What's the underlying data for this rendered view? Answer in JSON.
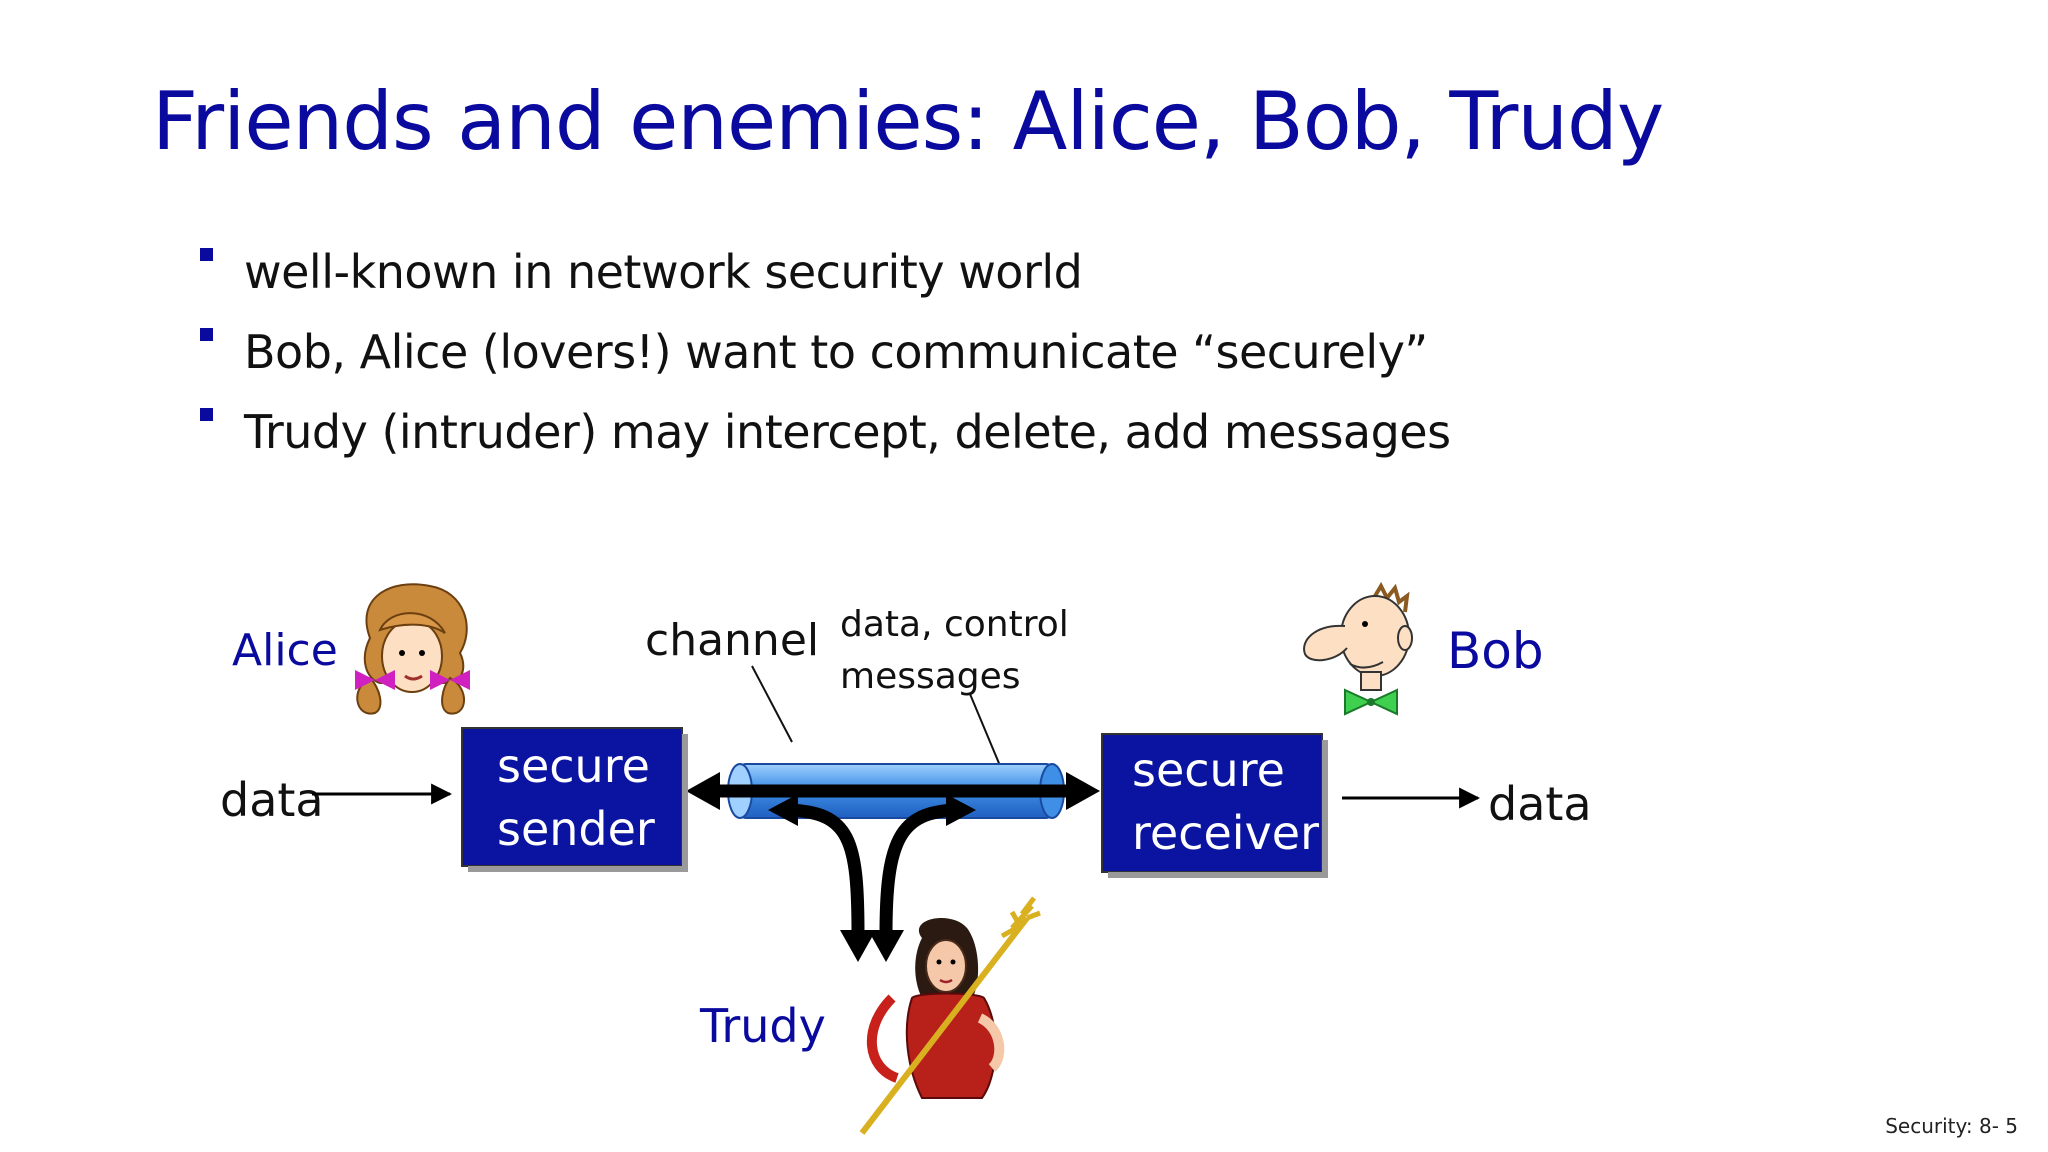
{
  "slide": {
    "title": "Friends and enemies: Alice, Bob, Trudy",
    "bullets": [
      "well-known in network security world",
      "Bob, Alice (lovers!) want to communicate “securely”",
      "Trudy (intruder) may intercept, delete, add messages"
    ],
    "footer": "Security: 8- 5"
  },
  "diagram": {
    "alice_label": "Alice",
    "bob_label": "Bob",
    "trudy_label": "Trudy",
    "channel_label": "channel",
    "messages_label": [
      "data, control",
      "messages"
    ],
    "data_in_label": "data",
    "data_out_label": "data",
    "sender_box": [
      "secure",
      "sender"
    ],
    "receiver_box": [
      "secure",
      "receiver"
    ]
  },
  "colors": {
    "title": "#0a0a9e",
    "box_fill": "#0a14a0",
    "box_text": "#ffffff",
    "person_label": "#0a0a9e",
    "channel_tube": "#3f8fe6"
  },
  "icons": [
    "alice-icon",
    "bob-icon",
    "trudy-icon"
  ]
}
